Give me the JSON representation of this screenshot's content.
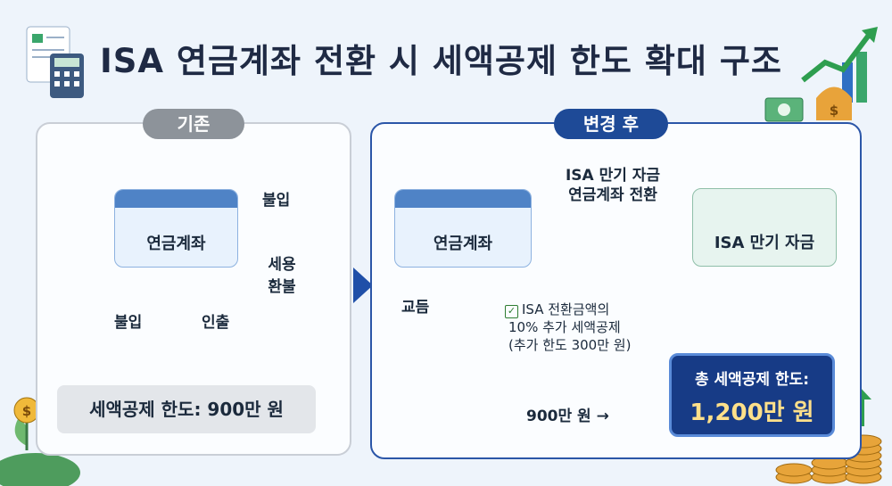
{
  "title": "ISA 연금계좌 전환 시 세액공제 한도 확대 구조",
  "left_panel": {
    "tag": "기존",
    "account": "연금계좌",
    "deposit": "불입",
    "tax_refund_line1": "세용",
    "tax_refund_line2": "환불",
    "in_label": "불입",
    "out_label": "인출",
    "limit": "세액공제 한도: 900만 원"
  },
  "right_panel": {
    "tag": "변경 후",
    "account": "연금계좌",
    "transfer_line1": "ISA 만기 자금",
    "transfer_line2": "연금계좌 전환",
    "isa_fund": "ISA 만기 자금",
    "exchange": "교듬",
    "note_line1": "ISA 전환금액의",
    "note_line2": "10% 추가 세액공제",
    "note_line3": "(추가 한도 300만 원)",
    "base_amount": "900만 원 →",
    "total_label": "총 세액공제 한도:",
    "total_value": "1,200만 원"
  },
  "colors": {
    "blue_arrow": "#2f6fc4",
    "orange_arrow": "#f08a3c",
    "green_arrow": "#2e9e6a",
    "navy": "#173b86"
  }
}
